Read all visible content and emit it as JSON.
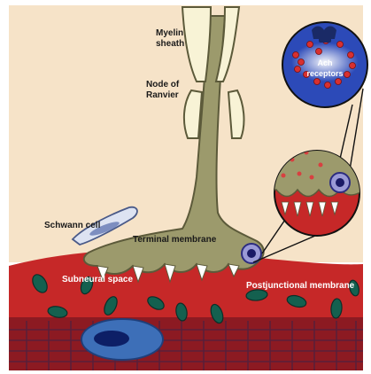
{
  "figure": {
    "colors": {
      "background": "#f6e3c8",
      "nerve": "#9c9a6c",
      "nerve_outline": "#5c5a3a",
      "myelin": "#f8f3d6",
      "muscle": "#c62828",
      "muscle_deep": "#9e1b1b",
      "striation": "#5a1f3a",
      "nucleus": "#1f3f7a",
      "vesicle": "#d84040",
      "receptor_disc": "#10205a"
    },
    "labels": {
      "myelin_sheath_line1": "Myelin",
      "myelin_sheath_line2": "sheath",
      "node_of_ranvier_line1": "Node of",
      "node_of_ranvier_line2": "Ranvier",
      "schwann_cell": "Schwann cell",
      "terminal_membrane": "Terminal membrane",
      "subneural_space": "Subneural space",
      "postjunctional_membrane": "Postjunctional membrane",
      "ach_receptors_line1": "Ach",
      "ach_receptors_line2": "receptors"
    }
  }
}
